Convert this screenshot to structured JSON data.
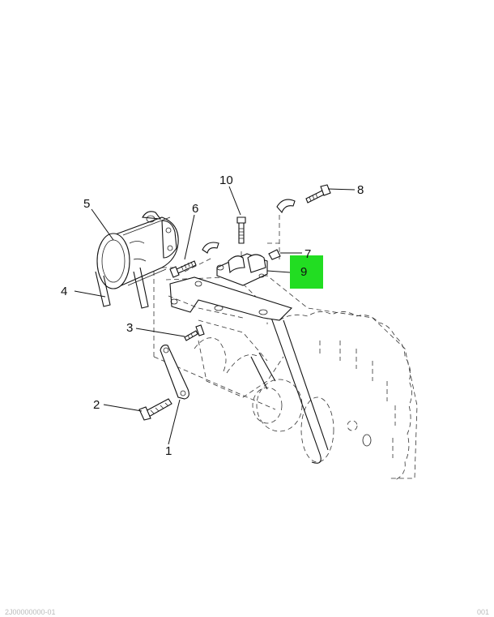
{
  "callouts": [
    {
      "id": "1",
      "label": "1"
    },
    {
      "id": "2",
      "label": "2"
    },
    {
      "id": "3",
      "label": "3"
    },
    {
      "id": "4",
      "label": "4"
    },
    {
      "id": "5",
      "label": "5"
    },
    {
      "id": "6",
      "label": "6"
    },
    {
      "id": "7",
      "label": "7"
    },
    {
      "id": "8",
      "label": "8"
    },
    {
      "id": "9",
      "label": "9"
    },
    {
      "id": "10",
      "label": "10"
    }
  ],
  "highlight": {
    "callout": "9",
    "color": "#22dd22"
  },
  "footer": {
    "left": "2J00000000-01",
    "right": "001"
  }
}
